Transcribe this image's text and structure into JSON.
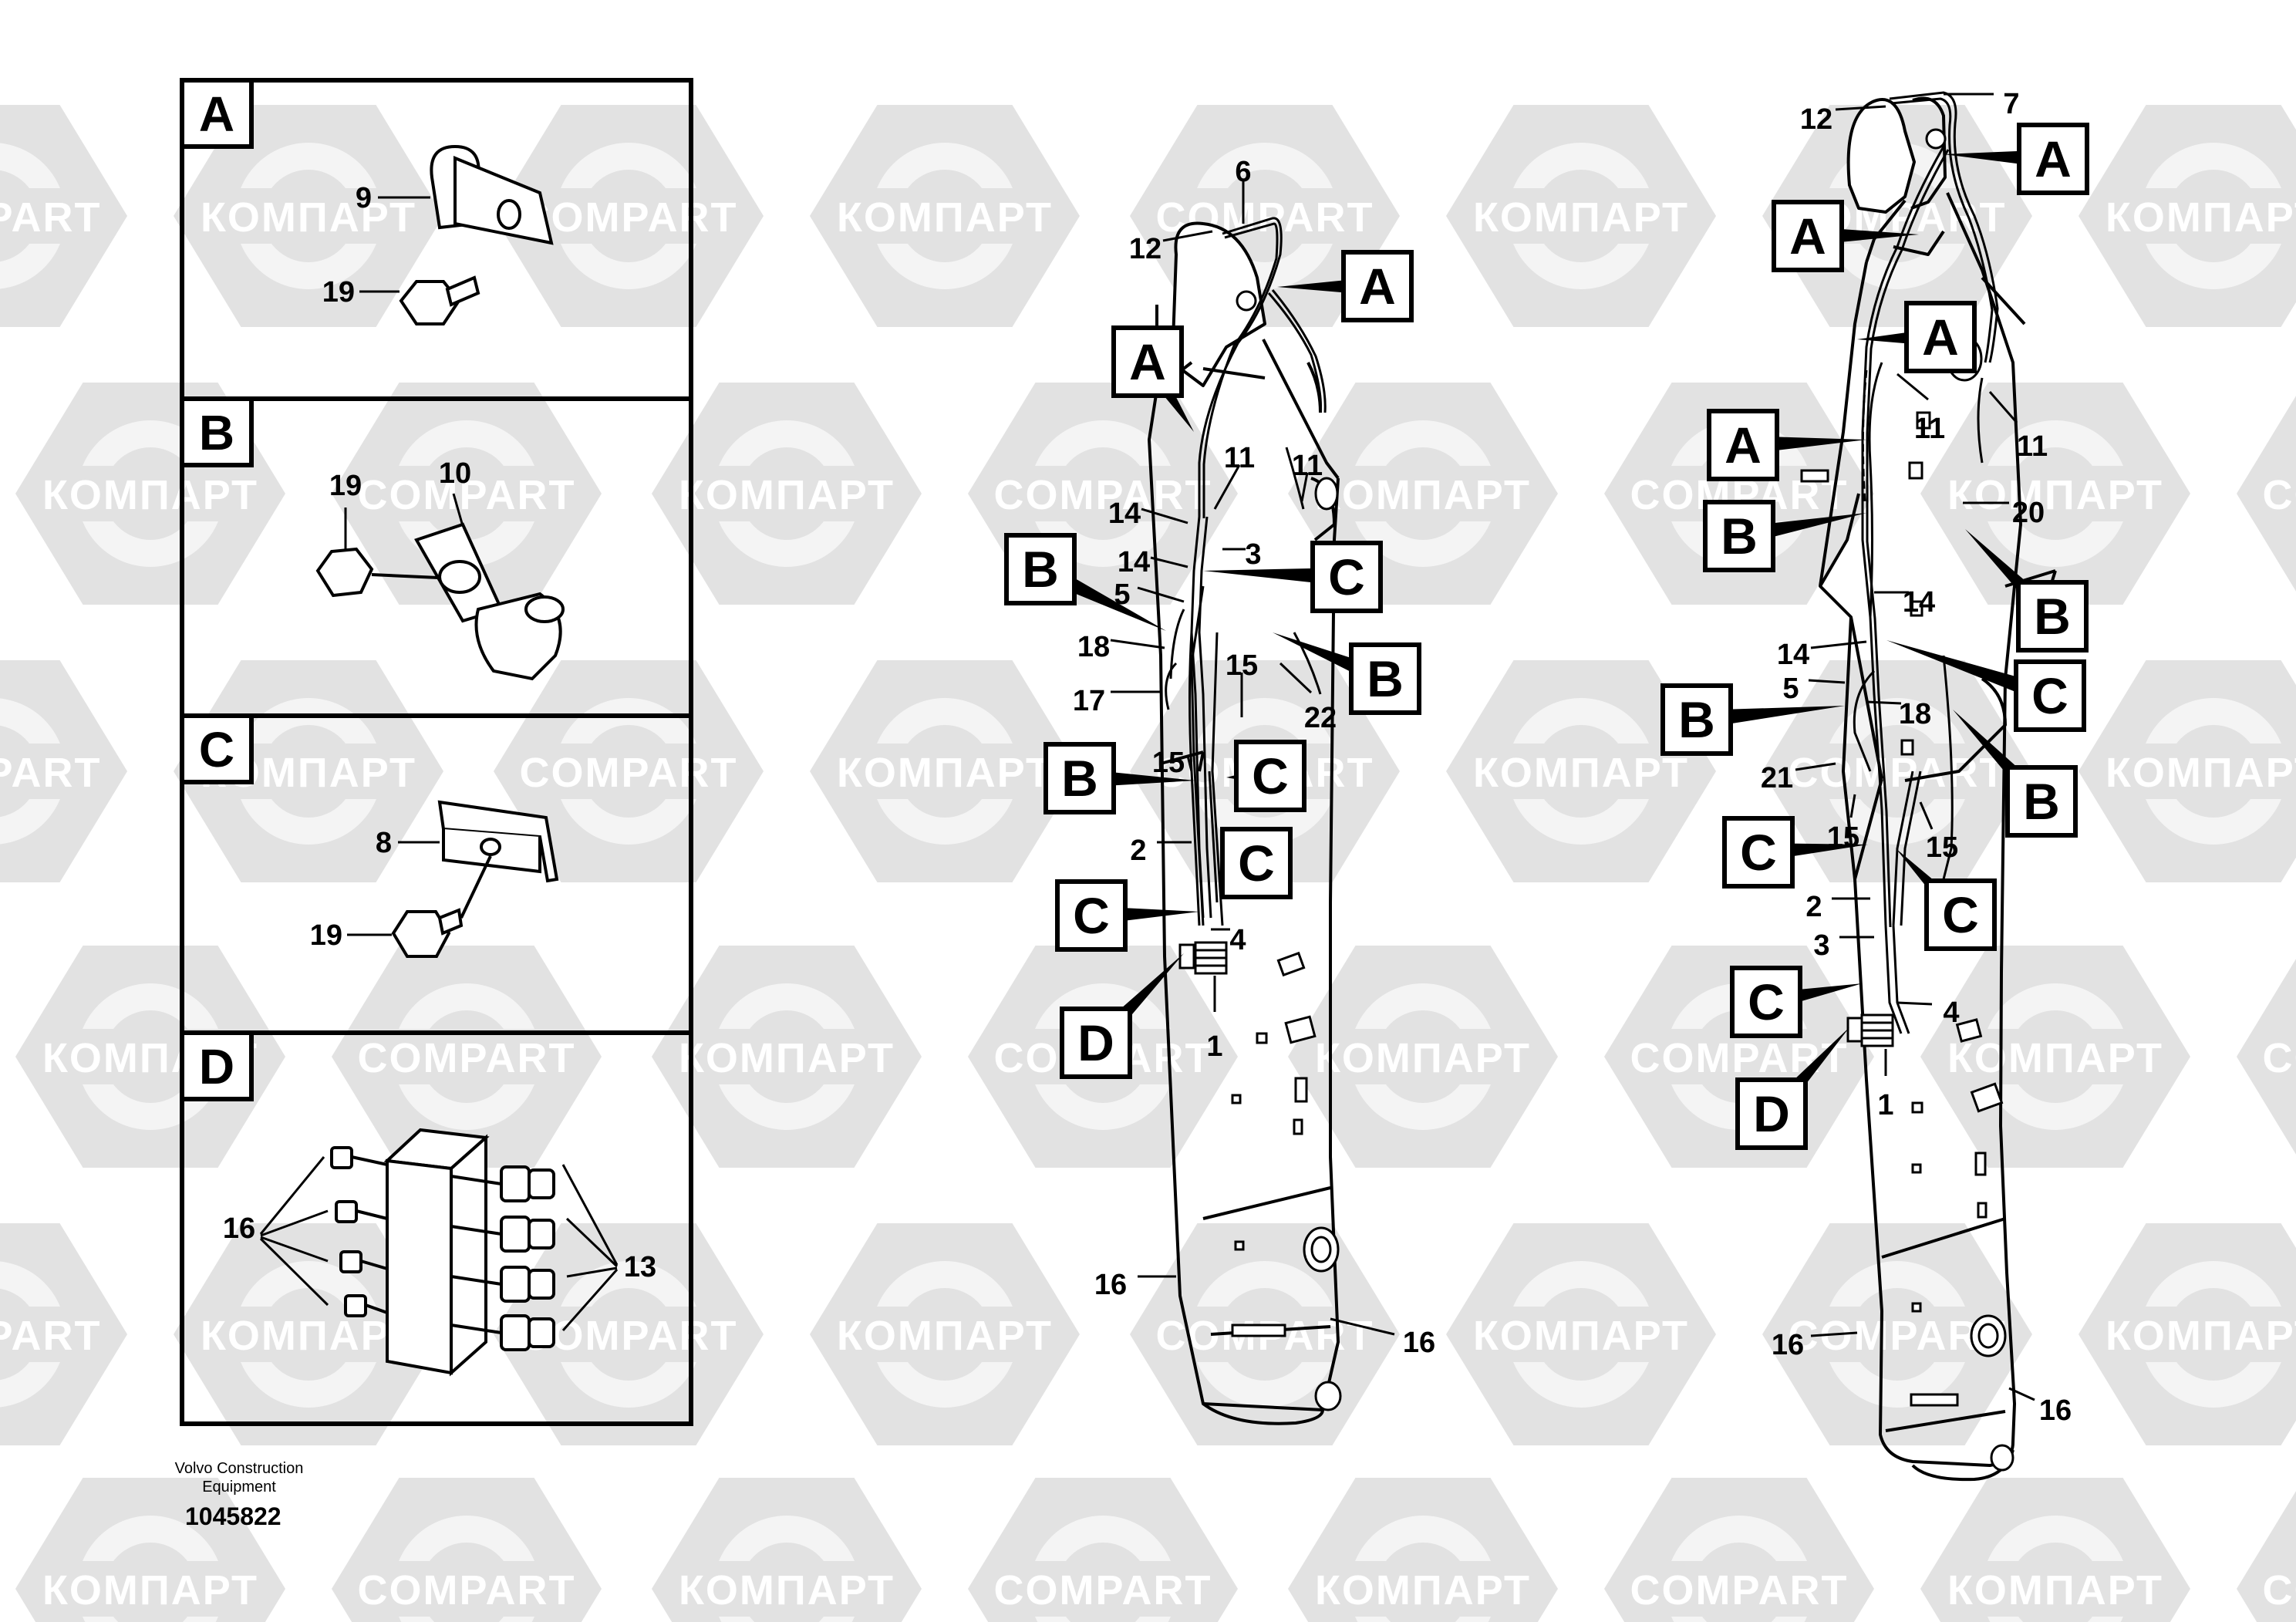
{
  "watermark": {
    "latin": "COMPART",
    "cyrillic": "КОМПАРТ",
    "color": "#e2e2e2"
  },
  "detail_panels": [
    {
      "letter": "A",
      "parts": [
        "9",
        "19"
      ]
    },
    {
      "letter": "B",
      "parts": [
        "19",
        "10"
      ]
    },
    {
      "letter": "C",
      "parts": [
        "8",
        "19"
      ]
    },
    {
      "letter": "D",
      "parts": [
        "16",
        "13"
      ]
    }
  ],
  "left_view": {
    "callouts": [
      "A",
      "A",
      "B",
      "C",
      "B",
      "C",
      "B",
      "C",
      "C",
      "D"
    ],
    "part_numbers": [
      "6",
      "12",
      "11",
      "11",
      "14",
      "3",
      "14",
      "5",
      "18",
      "15",
      "17",
      "22",
      "15",
      "2",
      "4",
      "1",
      "16",
      "16"
    ]
  },
  "right_view": {
    "callouts": [
      "A",
      "A",
      "A",
      "A",
      "B",
      "B",
      "C",
      "B",
      "B",
      "C",
      "C",
      "C",
      "D"
    ],
    "part_numbers": [
      "12",
      "7",
      "11",
      "11",
      "20",
      "14",
      "14",
      "5",
      "18",
      "21",
      "15",
      "15",
      "2",
      "3",
      "4",
      "1",
      "16",
      "16"
    ]
  },
  "footer": {
    "company": "Volvo Construction Equipment",
    "drawing_number": "1045822"
  }
}
